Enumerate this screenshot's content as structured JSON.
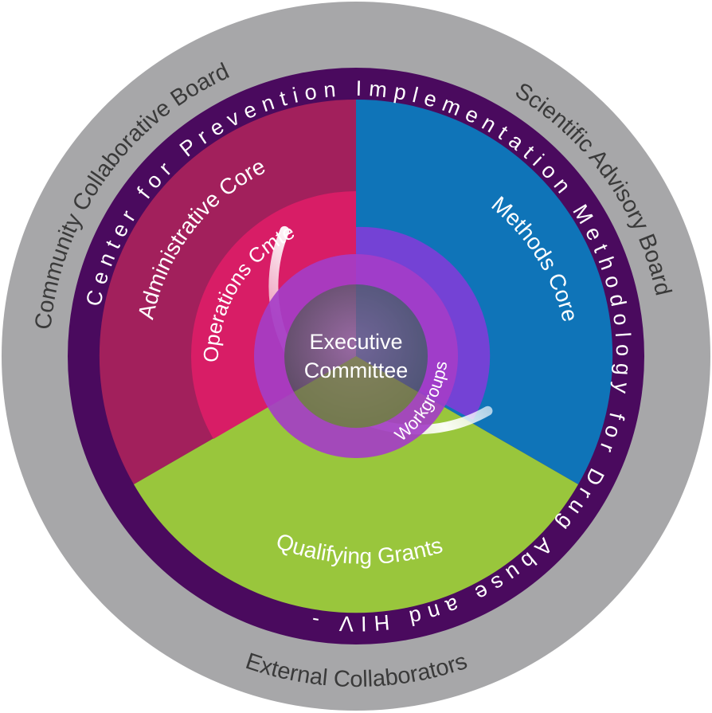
{
  "outer_labels": {
    "top_left": "Community Collaborative Board",
    "top_right": "Scientific Advisory Board",
    "bottom": "External Collaborators"
  },
  "ring_title": "Center for Prevention Implementation Methodology for Drug Abuse and HIV -",
  "sectors": {
    "administrative": "Administrative Core",
    "methods": "Methods Core",
    "qualifying": "Qualifying Grants"
  },
  "inner": {
    "operations": "Operations Cmte",
    "workgroups": "Workgroups",
    "executive_line1": "Executive",
    "executive_line2": "Committee"
  },
  "colors": {
    "outer_gray": "#a7a7a9",
    "purple_ring": "#4a0a5e",
    "administrative": "#a2205c",
    "methods": "#0f74b8",
    "qualifying": "#99c63c",
    "operations": "#d81d66",
    "workgroups": "#7a3fd6",
    "magenta_ring": "#b43cc1",
    "executive": "#6e5a78"
  }
}
